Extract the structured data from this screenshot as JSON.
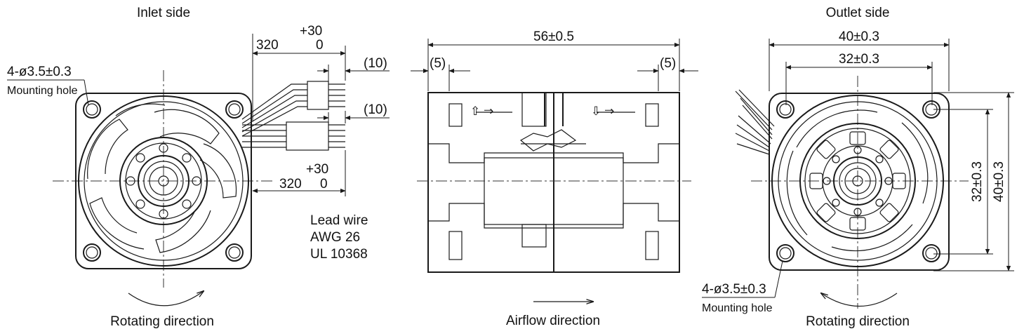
{
  "views": {
    "inlet": {
      "title": "Inlet side",
      "hole_spec": "4-ø3.5±0.3",
      "hole_label": "Mounting hole",
      "rotation_label": "Rotating direction"
    },
    "side": {
      "overall_dim": "56±0.5",
      "left_offset": "(5)",
      "right_offset": "(5)",
      "airflow_label": "Airflow direction"
    },
    "outlet": {
      "title": "Outlet side",
      "outer_width": "40±0.3",
      "hole_pitch": "32±0.3",
      "vert_pitch": "32±0.3",
      "vert_outer": "40±0.3",
      "hole_spec": "4-ø3.5±0.3",
      "hole_label": "Mounting hole",
      "rotation_label": "Rotating direction"
    }
  },
  "lead_wires": {
    "top": {
      "tol_upper": "+30",
      "length": "320",
      "tol_lower": "0",
      "strip": "(10)"
    },
    "bottom": {
      "tol_upper": "+30",
      "length": "320",
      "tol_lower": "0",
      "strip": "(10)"
    },
    "spec_line1": "Lead wire",
    "spec_line2": "AWG 26",
    "spec_line3": "UL 10368"
  }
}
